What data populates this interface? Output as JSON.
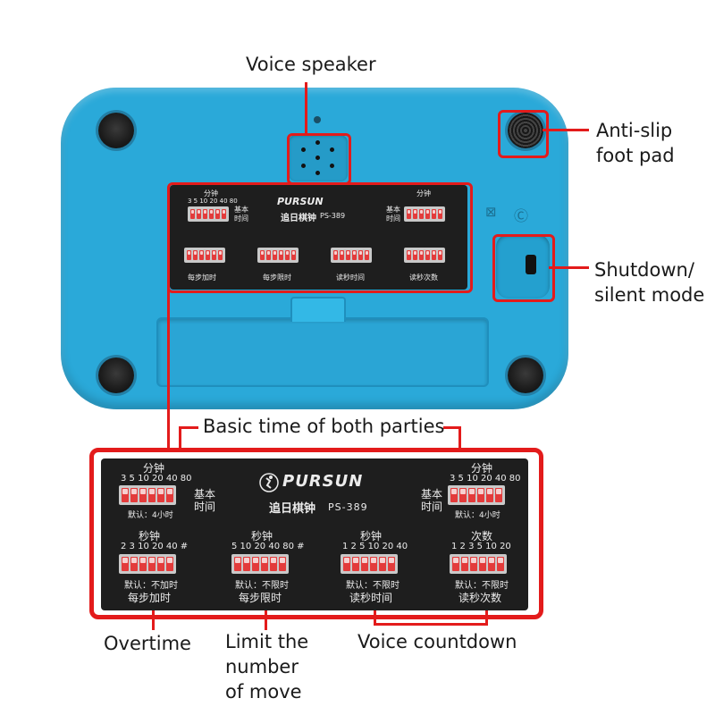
{
  "callouts": {
    "voice_speaker": "Voice speaker",
    "anti_slip_line1": "Anti-slip",
    "anti_slip_line2": "foot pad",
    "shutdown_line1": "Shutdown/",
    "shutdown_line2": "silent mode",
    "basic_time": "Basic time of both parties",
    "overtime": "Overtime",
    "limit_line1": "Limit the",
    "limit_line2": "number",
    "limit_line3": "of move",
    "voice_countdown": "Voice countdown"
  },
  "panel": {
    "brand": "PURSUN",
    "model_cn": "追日棋钟",
    "model": "PS-389",
    "basic_left": {
      "unit": "分钟",
      "scale": "3  5  10 20 40 80",
      "title1": "基本",
      "title2": "时间",
      "default": "默认：4小时"
    },
    "basic_right": {
      "unit": "分钟",
      "scale": "3  5  10 20 40 80",
      "title1": "基本",
      "title2": "时间",
      "default": "默认：4小时"
    },
    "overtime": {
      "unit": "秒钟",
      "scale": "2  3  10 20 40  #",
      "default": "默认：不加时",
      "title": "每步加时"
    },
    "limit": {
      "unit": "秒钟",
      "scale": "5 10 20 40 80  #",
      "default": "默认：不限时",
      "title": "每步限时"
    },
    "countdown_time": {
      "unit": "秒钟",
      "scale": "1  2  5  10 20 40",
      "default": "默认：不限时",
      "title": "读秒时间"
    },
    "countdown_count": {
      "unit": "次数",
      "scale": "1  2  3  5  10 20",
      "default": "默认：不限时",
      "title": "读秒次数"
    }
  },
  "colors": {
    "device": "#2aa9d9",
    "callout_line": "#e31b1b",
    "panel": "#1e1e1e",
    "dip_switch": "#e33b3b"
  }
}
